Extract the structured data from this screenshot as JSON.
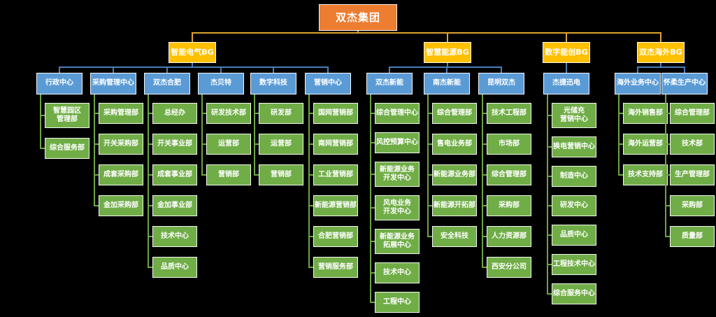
{
  "root": {
    "label": "双杰集团"
  },
  "colors": {
    "background": "#000000",
    "root_fill": "#ED7D31",
    "bg_fill": "#FFC000",
    "unit_fill": "#5B9BD5",
    "dept_fill": "#70AD47",
    "root_connector": "#DFA32E",
    "unit_connector": "#4A7EBB",
    "dept_connector": "#6CA53F"
  },
  "business_groups": [
    {
      "label": "智能电气BG",
      "units": [
        {
          "label": "行政中心",
          "departments": [
            "智慧园区\n管理部",
            "综合服务部"
          ]
        },
        {
          "label": "采购管理中心",
          "departments": [
            "采购管理部",
            "开关采购部",
            "成套采购部",
            "金加采购部"
          ]
        },
        {
          "label": "双杰合肥",
          "departments": [
            "总经办",
            "开关事业部",
            "成套事业部",
            "金加事业部",
            "技术中心",
            "品质中心"
          ]
        },
        {
          "label": "杰贝特",
          "departments": [
            "研发技术部",
            "运营部",
            "营销部"
          ]
        },
        {
          "label": "数字科技",
          "departments": [
            "研发部",
            "运营部",
            "营销部"
          ]
        },
        {
          "label": "营销中心",
          "departments": [
            "国网营销部",
            "南网营销部",
            "工业营销部",
            "新能源营销部",
            "合肥营销部",
            "营销服务部"
          ]
        }
      ]
    },
    {
      "label": "智慧能源BG",
      "units": [
        {
          "label": "双杰新能",
          "departments": [
            "综合管理中心",
            "风控预算中心",
            "新能源业务\n开发中心",
            "风电业务\n开发中心",
            "新能源业务\n拓展中心",
            "技术中心",
            "工程中心"
          ]
        },
        {
          "label": "南杰新能",
          "departments": [
            "综合管理部",
            "售电业务部",
            "新能源业务部",
            "新能源开拓部",
            "安全科技"
          ]
        },
        {
          "label": "昆明双杰",
          "departments": [
            "技术工程部",
            "市场部",
            "综合管理部",
            "采购部",
            "人力资源部",
            "西安分公司"
          ]
        }
      ]
    },
    {
      "label": "数字能创BG",
      "units": [
        {
          "label": "杰捷迅电",
          "departments": [
            "光储充\n营销中心",
            "换电营销中心",
            "制造中心",
            "研发中心",
            "品质中心",
            "工程技术中心",
            "综合服务中心"
          ]
        }
      ]
    },
    {
      "label": "双杰海外BG",
      "units": [
        {
          "label": "海外业务中心",
          "departments": [
            "海外销售部",
            "海外运营部",
            "技术支持部"
          ]
        },
        {
          "label": "怀柔生产中心",
          "departments": [
            "综合管理部",
            "技术部",
            "生产管理部",
            "采购部",
            "质量部"
          ]
        }
      ]
    }
  ]
}
